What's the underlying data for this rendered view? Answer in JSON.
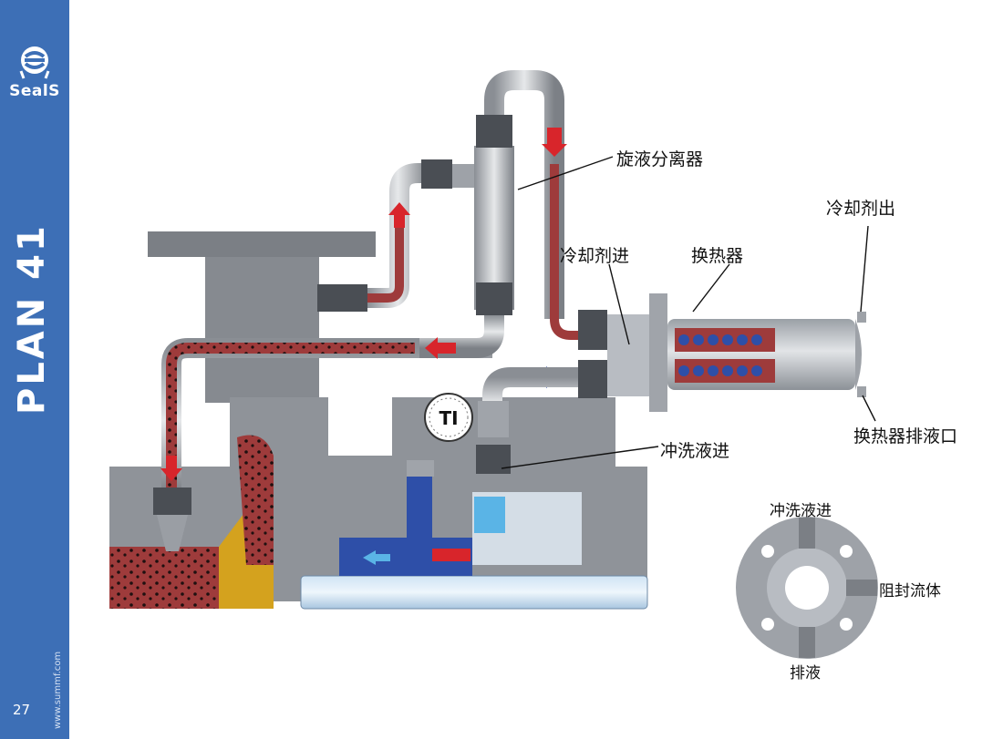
{
  "sidebar": {
    "logo_text": "SealS",
    "title": "PLAN 41",
    "website": "www.summf.com",
    "page_number": "27"
  },
  "diagram": {
    "labels": {
      "cyclone_separator": "旋液分离器",
      "coolant_out": "冷却剂出",
      "coolant_in": "冷却剂进",
      "heat_exchanger": "换热器",
      "heat_exchanger_drain": "换热器排液口",
      "flush_in": "冲洗液进",
      "gauge": "TI"
    },
    "gland_detail": {
      "flush_in": "冲洗液进",
      "barrier_fluid": "阻封流体",
      "drain": "排液"
    }
  },
  "colors": {
    "brand_blue": "#3d6fb6",
    "process_fluid": "#9e3b3b",
    "coolant_blue": "#2e4fa8",
    "flush_blue": "#5ab4e6",
    "arrow_red": "#d8252b",
    "metal_gray": "#8a8e94",
    "impeller_gold": "#d4a21e"
  }
}
